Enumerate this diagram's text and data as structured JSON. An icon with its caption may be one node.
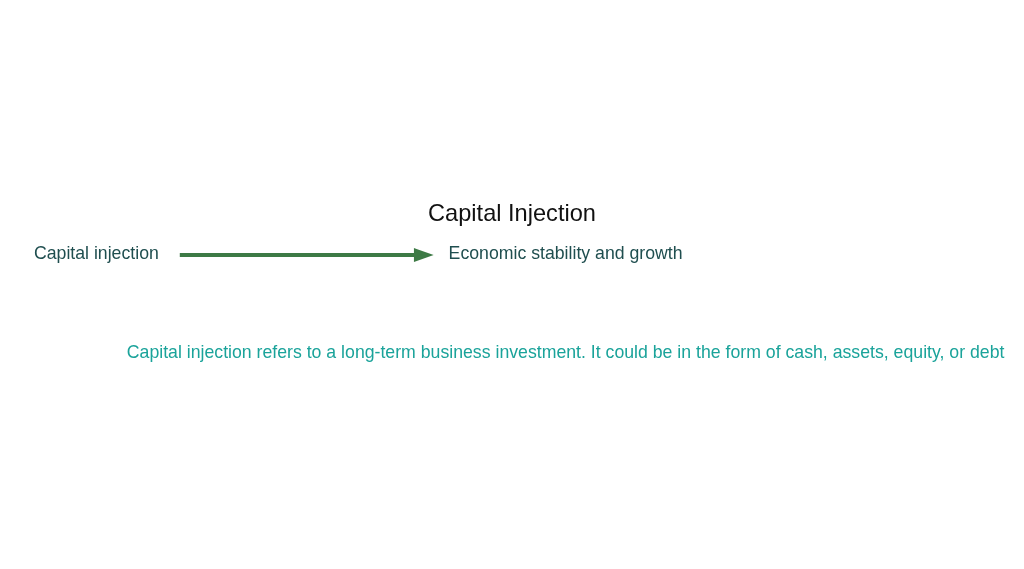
{
  "diagram": {
    "title": "Capital Injection",
    "nodes": [
      {
        "text": [
          "Economic stability and growth"
        ]
      },
      {
        "text": [
          "Capital injection"
        ]
      }
    ],
    "edges": [
      {
        "from": 1,
        "to": 0,
        "arrow": "to"
      }
    ],
    "caption": "Capital injection refers to a long-term business investment. It could be in the form of cash, assets, equity, or debt"
  }
}
